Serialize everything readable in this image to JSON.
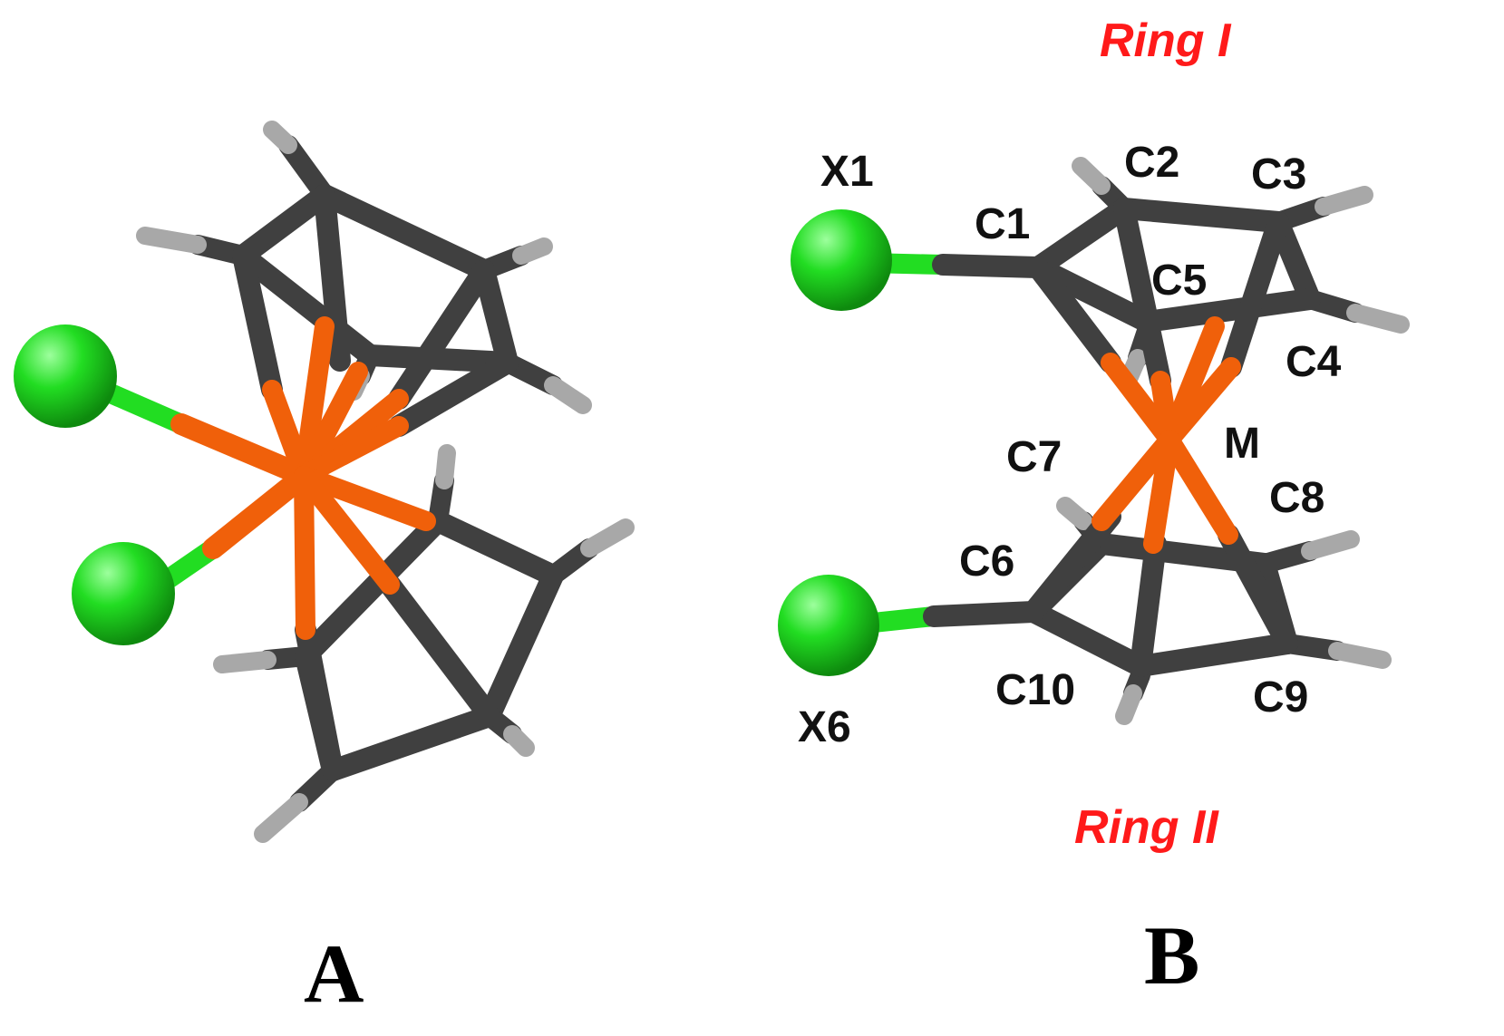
{
  "panels": {
    "left": {
      "label": "A"
    },
    "right": {
      "label": "B"
    }
  },
  "ring_labels": {
    "ring1": "Ring I",
    "ring2": "Ring II"
  },
  "atom_labels": {
    "X1": "X1",
    "X6": "X6",
    "C1": "C1",
    "C2": "C2",
    "C3": "C3",
    "C4": "C4",
    "C5": "C5",
    "C6": "C6",
    "C7": "C7",
    "C8": "C8",
    "C9": "C9",
    "C10": "C10",
    "M": "M"
  },
  "colors": {
    "carbon_bond": "#404040",
    "metal_bond": "#f0600a",
    "halogen": "#22dd22",
    "hydrogen": "#9a9a9a",
    "ring_label": "#ff1a1a",
    "atom_label": "#111111"
  }
}
